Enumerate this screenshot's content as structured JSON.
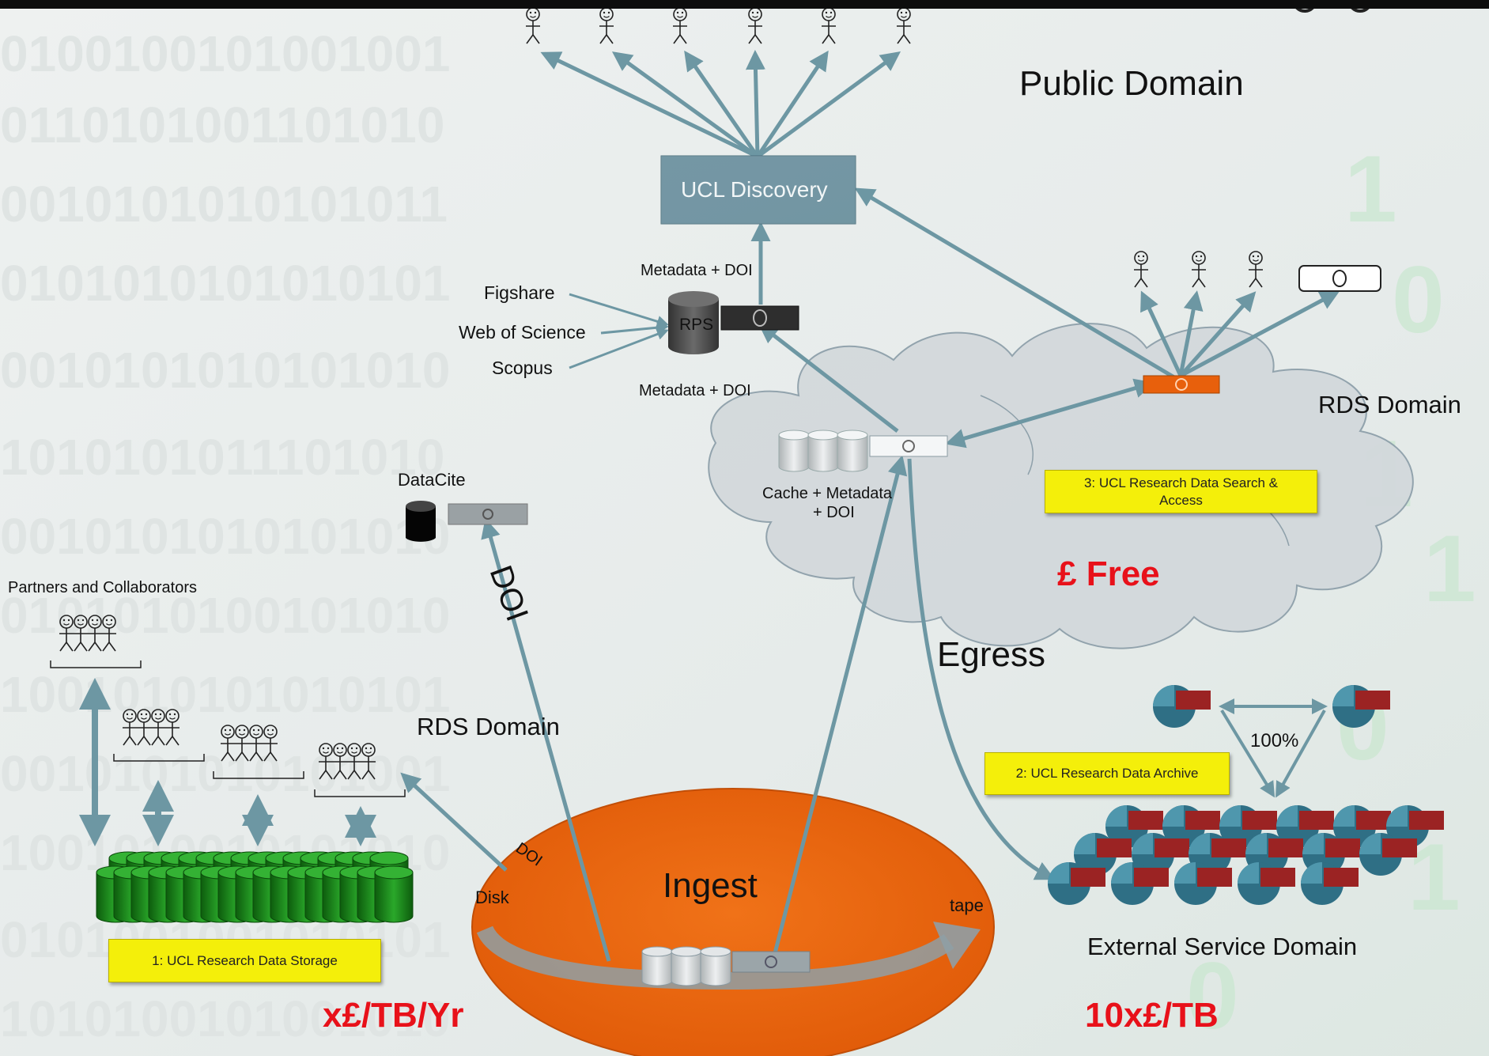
{
  "labels": {
    "public_domain": "Public Domain",
    "ucl_discovery": "UCL Discovery",
    "metadata_doi_top": "Metadata + DOI",
    "metadata_doi_bottom": "Metadata + DOI",
    "figshare": "Figshare",
    "web_of_science": "Web of Science",
    "scopus": "Scopus",
    "rps": "RPS",
    "datacite": "DataCite",
    "doi_large": "DOI",
    "doi_small": "DOI",
    "partners": "Partners and Collaborators",
    "rds_domain_center": "RDS Domain",
    "rds_domain_cloud": "RDS Domain",
    "cache_line1": "Cache + Metadata",
    "cache_line2": "+ DOI",
    "search_access_line1": "3:  UCL Research Data Search &",
    "search_access_line2": "Access",
    "free": "£ Free",
    "egress": "Egress",
    "hundred_percent": "100%",
    "archive": "2:  UCL Research Data Archive",
    "external_service_domain": "External Service Domain",
    "storage": "1:  UCL Research Data Storage",
    "ingest": "Ingest",
    "disk": "Disk",
    "tape": "tape",
    "price_storage": "x£/TB/Yr",
    "price_archive": "10x£/TB"
  },
  "colors": {
    "accent_red": "#e8111a",
    "ingest_orange": "#e8600c",
    "label_yellow": "#f4ef0a",
    "arrow_teal": "#6d97a3",
    "discovery_box": "#5f8797",
    "disk_green": "#1f8c1f"
  },
  "icons": [
    "person-stick-figure-icon",
    "database-cylinder-icon",
    "server-node-icon",
    "tape-cartridge-icon",
    "cloud-shape",
    "circular-arrow-icon"
  ]
}
